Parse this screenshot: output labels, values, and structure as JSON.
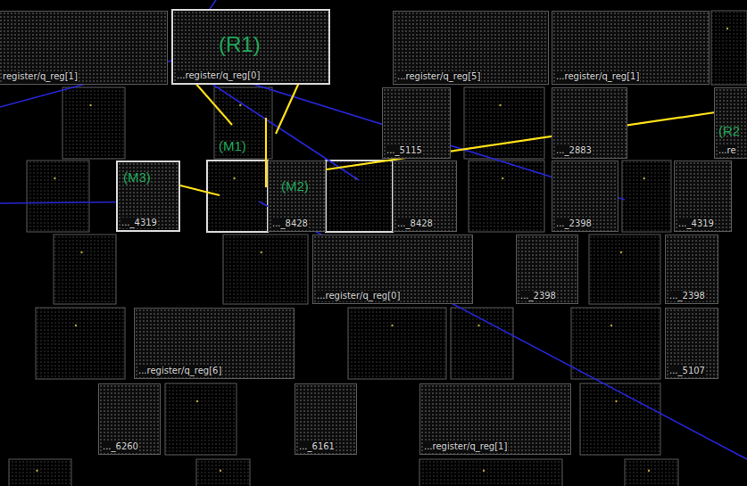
{
  "diagram": {
    "nodes": [
      {
        "text": [
          "register/q_reg[1]"
        ]
      },
      {
        "text": [
          "...register/q_reg[0]"
        ]
      },
      {
        "text": [
          "...register/q_reg[5]"
        ]
      },
      {
        "text": [
          "...register/q_reg[1]"
        ]
      },
      {
        "text": [
          "..._5115"
        ]
      },
      {
        "text": [
          "..._2883"
        ]
      },
      {
        "text": [
          "...re"
        ]
      },
      {
        "text": [
          "..._4319"
        ]
      },
      {
        "text": [
          "..._8428"
        ]
      },
      {
        "text": [
          "..._8428"
        ]
      },
      {
        "text": [
          "..._2398"
        ]
      },
      {
        "text": [
          "..._4319"
        ]
      },
      {
        "text": [
          "...register/q_reg[0]"
        ]
      },
      {
        "text": [
          "..._2398"
        ]
      },
      {
        "text": [
          "..._2398"
        ]
      },
      {
        "text": [
          "...register/q_reg[6]"
        ]
      },
      {
        "text": [
          "..._5107"
        ]
      },
      {
        "text": [
          "..._6260"
        ]
      },
      {
        "text": [
          "..._6161"
        ]
      },
      {
        "text": [
          "...register/q_reg[1]"
        ]
      }
    ],
    "labels": [
      "(R1)",
      "(M1)",
      "(M2)",
      "(M3)",
      "(R2"
    ]
  }
}
